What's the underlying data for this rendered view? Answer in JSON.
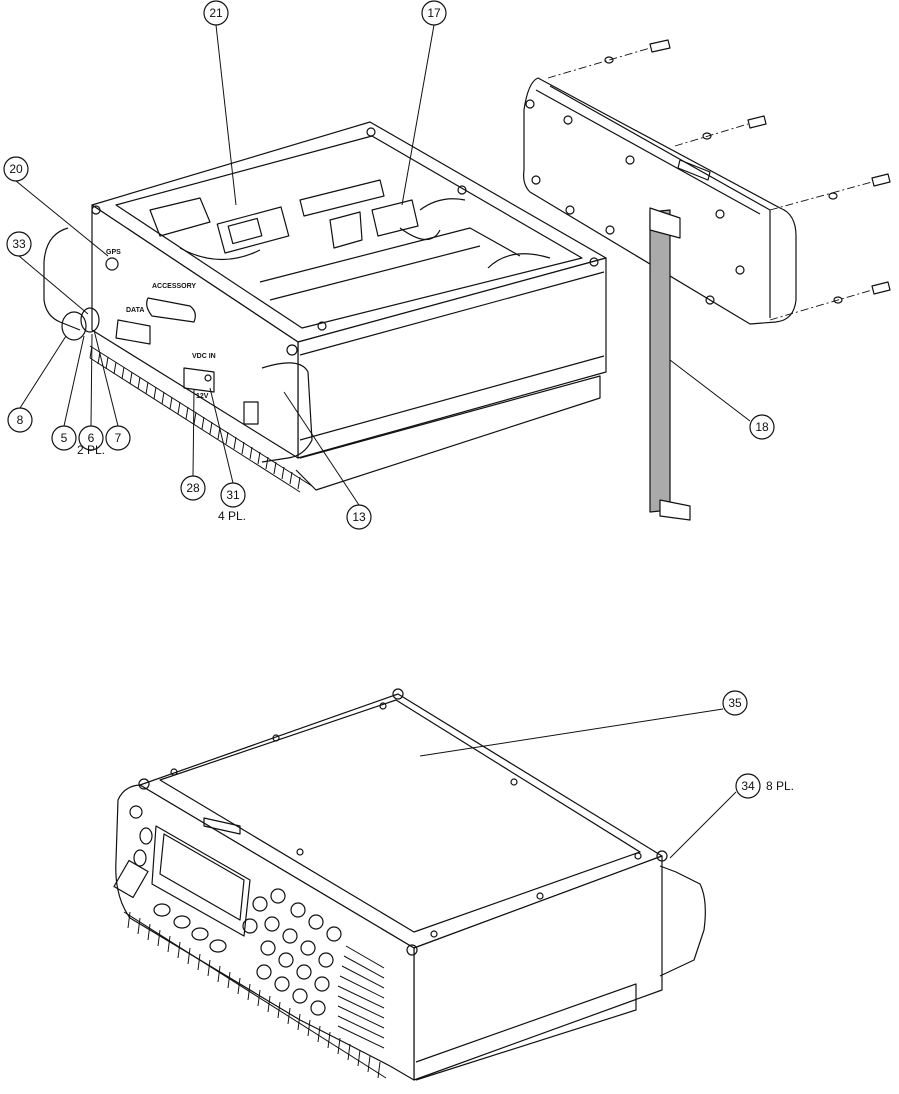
{
  "callouts": {
    "c21": "21",
    "c17": "17",
    "c20": "20",
    "c33": "33",
    "c8": "8",
    "c5": "5",
    "c6": "6",
    "c7": "7",
    "c28": "28",
    "c31": "31",
    "c13": "13",
    "c18": "18",
    "c35": "35",
    "c34": "34"
  },
  "notes": {
    "pl2": "2 PL.",
    "pl4": "4 PL.",
    "pl8": "8 PL."
  },
  "panel_labels": {
    "gps": "GPS",
    "accessory": "ACCESSORY",
    "data": "DATA",
    "vdc_in": "VDC IN",
    "v12": "12V"
  }
}
